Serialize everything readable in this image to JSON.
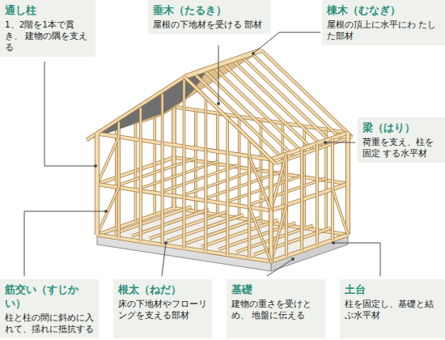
{
  "diagram": {
    "nodes": [
      {
        "text": [
          "通し柱",
          "1、2階を1本で貫き、 建物の隅を支える"
        ]
      },
      {
        "text": [
          "垂木（たるき）",
          "屋根の下地材を受ける 部材"
        ]
      },
      {
        "text": [
          "棟木（むなぎ）",
          "屋根の頂上に水平にわ たした部材"
        ]
      },
      {
        "text": [
          "梁（はり）",
          "荷重を支え、柱を固定 する水平材"
        ]
      },
      {
        "text": [
          "筋交い（すじかい）",
          "柱と柱の間に斜めに入 れて、揺れに抵抗する"
        ]
      },
      {
        "text": [
          "根太（ねだ）",
          "床の下地材やフローリ ングを支える部材"
        ]
      },
      {
        "text": [
          "基礎",
          "建物の重さを受けとめ、 地盤に伝える"
        ]
      },
      {
        "text": [
          "土台",
          "柱を固定し、基礎と結 ぶ水平材"
        ]
      }
    ]
  }
}
